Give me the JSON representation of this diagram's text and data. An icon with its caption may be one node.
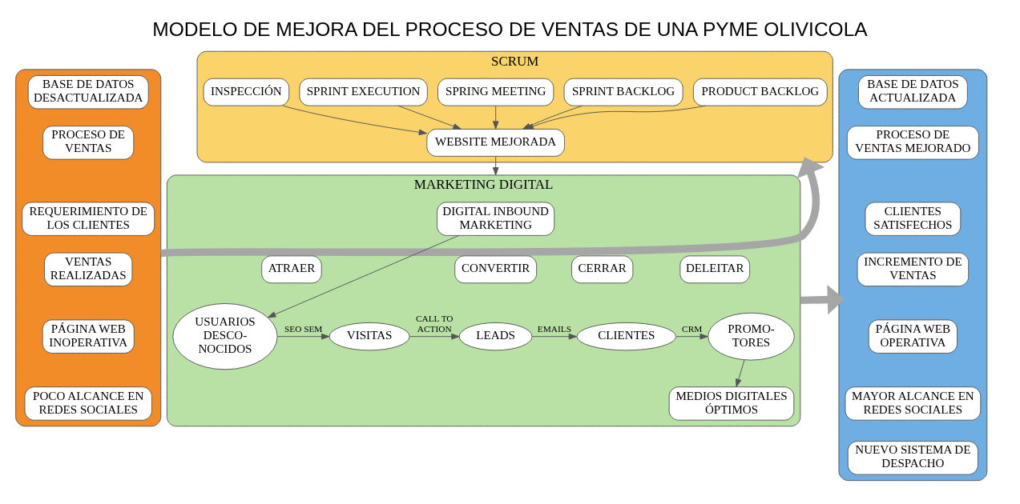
{
  "diagram": {
    "title": "MODELO DE MEJORA DEL PROCESO DE VENTAS DE UNA PYME OLIVICOLA",
    "nodes": [
      {
        "text": [],
        "shape": "box"
      },
      {
        "text": [
          "BASE DE DATOS DESACTUALIZADA"
        ],
        "in": 0
      },
      {
        "text": [
          "PROCESO DE VENTAS"
        ],
        "in": 0
      },
      {
        "text": [
          "REQUERIMIENTO DE LOS CLIENTES"
        ],
        "in": 0
      },
      {
        "text": [
          "VENTAS REALIZADAS"
        ],
        "in": 0
      },
      {
        "text": [
          "PÁGINA WEB INOPERATIVA"
        ],
        "in": 0
      },
      {
        "text": [
          "POCO ALCANCE EN REDES SOCIALES"
        ],
        "in": 0
      },
      {
        "text": [
          "SCRUM"
        ]
      },
      {
        "text": [
          "PRODUCT BACKLOG"
        ],
        "in": 7
      },
      {
        "text": [
          "SPRINT BACKLOG"
        ],
        "in": 7
      },
      {
        "text": [
          "SPRING MEETING"
        ],
        "in": 7
      },
      {
        "text": [
          "SPRINT EXECUTION"
        ],
        "in": 7
      },
      {
        "text": [
          "INSPECCIÓN"
        ],
        "in": 7
      },
      {
        "text": [
          "WEBSITE MEJORADA"
        ],
        "in": 7
      },
      {
        "text": [
          "MARKETING DIGITAL"
        ]
      },
      {
        "text": [
          "DIGITAL INBOUND MARKETING"
        ],
        "in": 14
      },
      {
        "text": [
          "ATRAER"
        ],
        "in": 14
      },
      {
        "text": [
          "CONVERTIR"
        ],
        "in": 14
      },
      {
        "text": [
          "CERRAR"
        ],
        "in": 14
      },
      {
        "text": [
          "DELEITAR"
        ],
        "in": 14
      },
      {
        "text": [
          "USUARIOS DESCO- NOCIDOS"
        ],
        "in": 14
      },
      {
        "text": [
          "VISITAS"
        ],
        "in": 14
      },
      {
        "text": [
          "LEADS"
        ],
        "in": 14
      },
      {
        "text": [
          "CLIENTES"
        ],
        "in": 14
      },
      {
        "text": [
          "PROMO- TORES"
        ],
        "in": 14
      },
      {
        "text": [
          "MEDIOS DIGITALES ÓPTIMOS"
        ],
        "in": 14
      },
      {
        "text": [],
        "shape": "box"
      },
      {
        "text": [
          "BASE DE DATOS ACTUALIZADA"
        ],
        "in": 26
      },
      {
        "text": [
          "PROCESO DE VENTAS MEJORADO"
        ],
        "in": 26
      },
      {
        "text": [
          "CLIENTES SATISFECHOS"
        ],
        "in": 26
      },
      {
        "text": [
          "INCREMENTO DE VENTAS"
        ],
        "in": 26
      },
      {
        "text": [
          "PÁGINA WEB OPERATIVA"
        ],
        "in": 26
      },
      {
        "text": [
          "MAYOR ALCANCE EN REDES SOCIALES"
        ],
        "in": 26
      },
      {
        "text": [
          "NUEVO SISTEMA DE DESPACHO"
        ],
        "in": 26
      }
    ],
    "edges": [
      {
        "from": 0,
        "to": 7,
        "arrow": "to",
        "style": "thick",
        "color": "#a6a6a6"
      },
      {
        "from": 8,
        "to": 13,
        "arrow": "to"
      },
      {
        "from": 9,
        "to": 13,
        "arrow": "to"
      },
      {
        "from": 10,
        "to": 13,
        "arrow": "to"
      },
      {
        "from": 11,
        "to": 13,
        "arrow": "to"
      },
      {
        "from": 12,
        "to": 13,
        "arrow": "to"
      },
      {
        "from": 13,
        "to": 14,
        "arrow": "to"
      },
      {
        "from": 15,
        "to": 20,
        "arrow": "to"
      },
      {
        "from": 20,
        "to": 21,
        "arrow": "to",
        "label": "SEO SEM"
      },
      {
        "from": 21,
        "to": 22,
        "arrow": "to",
        "label": "CALL TO ACTION"
      },
      {
        "from": 22,
        "to": 23,
        "arrow": "to",
        "label": "EMAILS"
      },
      {
        "from": 23,
        "to": 24,
        "arrow": "to",
        "label": "CRM"
      },
      {
        "from": 24,
        "to": 25,
        "arrow": "to"
      },
      {
        "from": 14,
        "to": 26,
        "arrow": "to",
        "style": "thick",
        "color": "#a6a6a6"
      }
    ]
  }
}
